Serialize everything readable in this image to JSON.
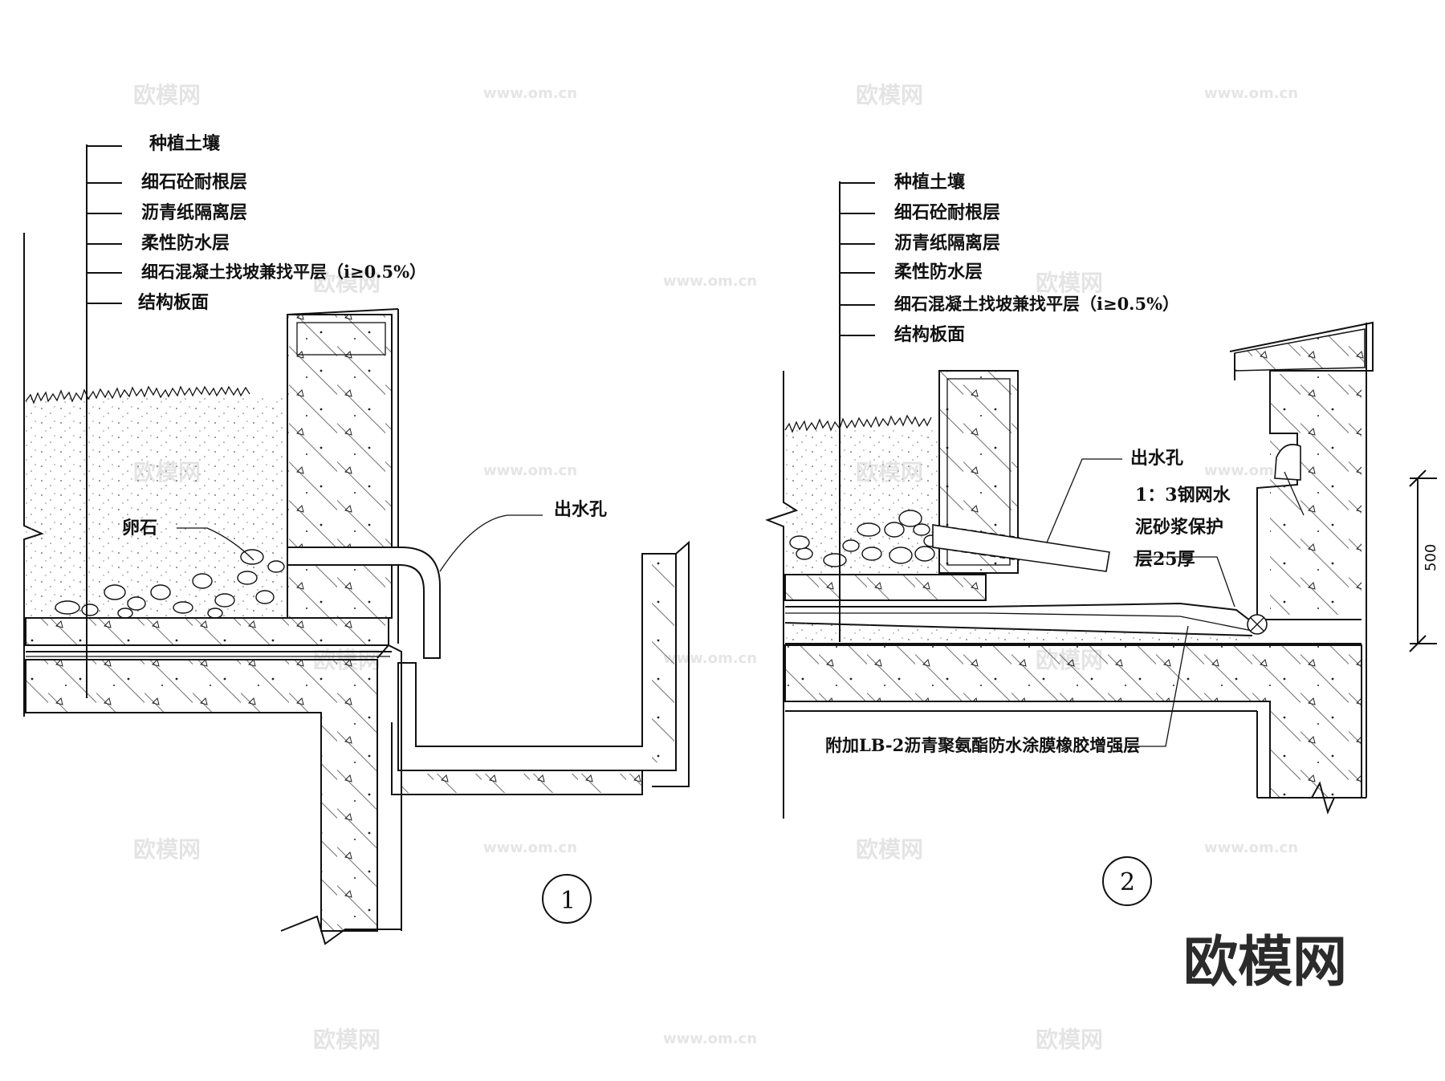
{
  "watermark": {
    "brand": "欧模网",
    "url": "www.om.cn"
  },
  "detail1": {
    "layers": [
      "种植土壤",
      "细石砼耐根层",
      "沥青纸隔离层",
      "柔性防水层",
      "细石混凝土找坡兼找平层（i≥0.5%）",
      "结构板面"
    ],
    "pebble_label": "卵石",
    "outlet_label": "出水孔",
    "number": "1"
  },
  "detail2": {
    "layers": [
      "种植土壤",
      "细石砼耐根层",
      "沥青纸隔离层",
      "柔性防水层",
      "细石混凝土找坡兼找平层（i≥0.5%）",
      "结构板面"
    ],
    "outlet_label": "出水孔",
    "mortar_label_lines": [
      "1：3钢网水",
      "泥砂浆保护",
      "层25厚"
    ],
    "reinforce_label": "附加LB-2沥青聚氨酯防水涂膜橡胶增强层",
    "dimension": "500",
    "number": "2"
  },
  "colors": {
    "line": "#111111",
    "background": "#ffffff",
    "watermark": "#cfcfcf",
    "brand": "#2b2b2b"
  }
}
